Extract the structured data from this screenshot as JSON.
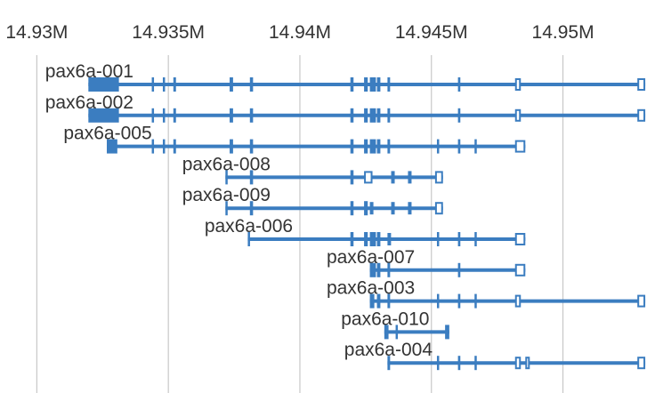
{
  "colors": {
    "feature": "#3b7dc0",
    "grid": "#c8c8c8",
    "text": "#333333",
    "background": "#ffffff"
  },
  "chart_data": {
    "type": "gene-track",
    "x_unit": "Mb",
    "xlim": [
      14.9286,
      14.9535
    ],
    "ticks": [
      {
        "value": 14.93,
        "label": "14.93M"
      },
      {
        "value": 14.935,
        "label": "14.935M"
      },
      {
        "value": 14.94,
        "label": "14.94M"
      },
      {
        "value": 14.945,
        "label": "14.945M"
      },
      {
        "value": 14.95,
        "label": "14.95M"
      }
    ],
    "grid": true,
    "transcripts": [
      {
        "name": "pax6a-001",
        "start": 14.93196,
        "end": 14.95313,
        "exons": [
          [
            14.93196,
            14.93312,
            "cds"
          ],
          [
            14.93437,
            14.93445,
            "cds"
          ],
          [
            14.93479,
            14.93485,
            "cds"
          ],
          [
            14.93519,
            14.93529,
            "cds"
          ],
          [
            14.93733,
            14.93746,
            "cds"
          ],
          [
            14.9381,
            14.93822,
            "cds"
          ],
          [
            14.94192,
            14.94204,
            "cds"
          ],
          [
            14.94244,
            14.94258,
            "cds"
          ],
          [
            14.94266,
            14.94289,
            "cds"
          ],
          [
            14.94293,
            14.94306,
            "cds"
          ],
          [
            14.94333,
            14.94343,
            "cds"
          ],
          [
            14.94601,
            14.9461,
            "cds"
          ],
          [
            14.94818,
            14.9484,
            "utr"
          ],
          [
            14.95283,
            14.95313,
            "utr"
          ]
        ]
      },
      {
        "name": "pax6a-002",
        "start": 14.93196,
        "end": 14.95313,
        "exons": [
          [
            14.93196,
            14.93312,
            "cds"
          ],
          [
            14.93437,
            14.93445,
            "cds"
          ],
          [
            14.93479,
            14.93485,
            "cds"
          ],
          [
            14.93519,
            14.93529,
            "cds"
          ],
          [
            14.93733,
            14.93746,
            "cds"
          ],
          [
            14.9381,
            14.93822,
            "cds"
          ],
          [
            14.94192,
            14.94204,
            "cds"
          ],
          [
            14.94244,
            14.94258,
            "cds"
          ],
          [
            14.94266,
            14.94289,
            "cds"
          ],
          [
            14.94293,
            14.94306,
            "cds"
          ],
          [
            14.94333,
            14.94343,
            "cds"
          ],
          [
            14.94601,
            14.9461,
            "cds"
          ],
          [
            14.94818,
            14.9484,
            "utr"
          ],
          [
            14.95283,
            14.95313,
            "utr"
          ]
        ]
      },
      {
        "name": "pax6a-005",
        "start": 14.93266,
        "end": 14.94857,
        "exons": [
          [
            14.93266,
            14.93306,
            "cds"
          ],
          [
            14.93437,
            14.93445,
            "cds"
          ],
          [
            14.93479,
            14.93485,
            "cds"
          ],
          [
            14.93519,
            14.93529,
            "cds"
          ],
          [
            14.93733,
            14.93746,
            "cds"
          ],
          [
            14.9381,
            14.93822,
            "cds"
          ],
          [
            14.94192,
            14.94204,
            "cds"
          ],
          [
            14.94244,
            14.94258,
            "cds"
          ],
          [
            14.94266,
            14.94289,
            "cds"
          ],
          [
            14.94293,
            14.94306,
            "cds"
          ],
          [
            14.94333,
            14.94343,
            "cds"
          ],
          [
            14.94521,
            14.94528,
            "cds"
          ],
          [
            14.94601,
            14.9461,
            "cds"
          ],
          [
            14.94664,
            14.94672,
            "cds"
          ],
          [
            14.94818,
            14.94857,
            "utr"
          ]
        ]
      },
      {
        "name": "pax6a-008",
        "start": 14.93717,
        "end": 14.94544,
        "exons": [
          [
            14.93717,
            14.93725,
            "cds"
          ],
          [
            14.9381,
            14.93822,
            "cds"
          ],
          [
            14.94192,
            14.94204,
            "cds"
          ],
          [
            14.94244,
            14.94276,
            "utr"
          ],
          [
            14.94347,
            14.94359,
            "utr"
          ],
          [
            14.94411,
            14.94421,
            "utr"
          ],
          [
            14.94514,
            14.94544,
            "utr"
          ]
        ]
      },
      {
        "name": "pax6a-009",
        "start": 14.93717,
        "end": 14.94544,
        "exons": [
          [
            14.93717,
            14.93725,
            "cds"
          ],
          [
            14.9381,
            14.93822,
            "cds"
          ],
          [
            14.94192,
            14.94204,
            "cds"
          ],
          [
            14.94244,
            14.94258,
            "cds"
          ],
          [
            14.94266,
            14.94276,
            "utr"
          ],
          [
            14.94347,
            14.94359,
            "utr"
          ],
          [
            14.94411,
            14.94421,
            "utr"
          ],
          [
            14.94514,
            14.94544,
            "utr"
          ]
        ]
      },
      {
        "name": "pax6a-006",
        "start": 14.93802,
        "end": 14.94857,
        "exons": [
          [
            14.93802,
            14.9381,
            "cds"
          ],
          [
            14.94192,
            14.94204,
            "cds"
          ],
          [
            14.94244,
            14.94258,
            "cds"
          ],
          [
            14.94266,
            14.94289,
            "cds"
          ],
          [
            14.94293,
            14.94306,
            "cds"
          ],
          [
            14.94333,
            14.94343,
            "utr"
          ],
          [
            14.94521,
            14.94528,
            "cds"
          ],
          [
            14.94601,
            14.9461,
            "cds"
          ],
          [
            14.94664,
            14.94672,
            "cds"
          ],
          [
            14.94818,
            14.94857,
            "utr"
          ]
        ]
      },
      {
        "name": "pax6a-007",
        "start": 14.94266,
        "end": 14.94857,
        "exons": [
          [
            14.94266,
            14.94289,
            "cds"
          ],
          [
            14.94293,
            14.94306,
            "cds"
          ],
          [
            14.94333,
            14.94343,
            "cds"
          ],
          [
            14.94601,
            14.9461,
            "cds"
          ],
          [
            14.94818,
            14.94857,
            "utr"
          ]
        ]
      },
      {
        "name": "pax6a-003",
        "start": 14.94266,
        "end": 14.95313,
        "exons": [
          [
            14.94266,
            14.94283,
            "cds"
          ],
          [
            14.94293,
            14.94306,
            "cds"
          ],
          [
            14.94333,
            14.94343,
            "cds"
          ],
          [
            14.94521,
            14.94528,
            "cds"
          ],
          [
            14.94601,
            14.9461,
            "cds"
          ],
          [
            14.94664,
            14.94672,
            "cds"
          ],
          [
            14.94818,
            14.9484,
            "utr"
          ],
          [
            14.95283,
            14.95313,
            "utr"
          ]
        ]
      },
      {
        "name": "pax6a-010",
        "start": 14.94321,
        "end": 14.94568,
        "exons": [
          [
            14.94321,
            14.94337,
            "cds"
          ],
          [
            14.94364,
            14.94372,
            "cds"
          ],
          [
            14.94552,
            14.94568,
            "cds"
          ]
        ]
      },
      {
        "name": "pax6a-004",
        "start": 14.94333,
        "end": 14.95313,
        "exons": [
          [
            14.94333,
            14.94343,
            "cds"
          ],
          [
            14.94521,
            14.94528,
            "cds"
          ],
          [
            14.94601,
            14.9461,
            "cds"
          ],
          [
            14.94664,
            14.94672,
            "cds"
          ],
          [
            14.94818,
            14.9484,
            "utr"
          ],
          [
            14.94857,
            14.94874,
            "utr"
          ],
          [
            14.95283,
            14.95313,
            "utr"
          ]
        ]
      }
    ]
  }
}
